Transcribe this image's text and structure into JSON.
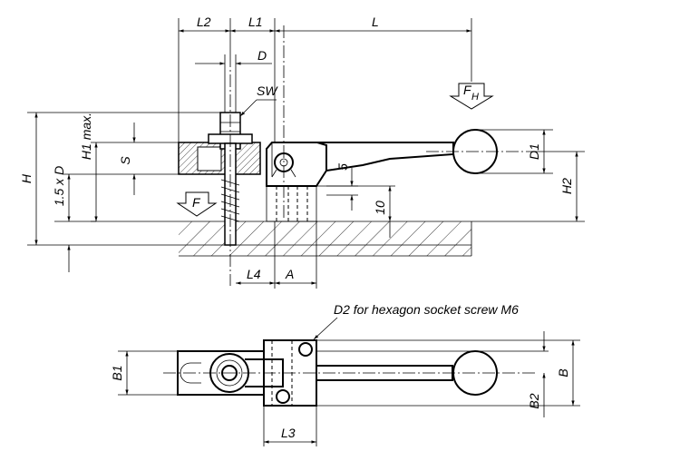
{
  "labels": {
    "L2": "L2",
    "L1": "L1",
    "L": "L",
    "D": "D",
    "SW": "SW",
    "FH_main": "F",
    "FH_sub": "H",
    "H1max": "H1 max.",
    "H": "H",
    "S": "S",
    "one_five_D": "1.5 x D",
    "D1": "D1",
    "five": "5",
    "H2": "H2",
    "F": "F",
    "ten": "10",
    "L4": "L4",
    "A": "A",
    "D2_note": "D2 for hexagon socket screw M6",
    "B1": "B1",
    "B": "B",
    "B2": "B2",
    "L3": "L3"
  }
}
